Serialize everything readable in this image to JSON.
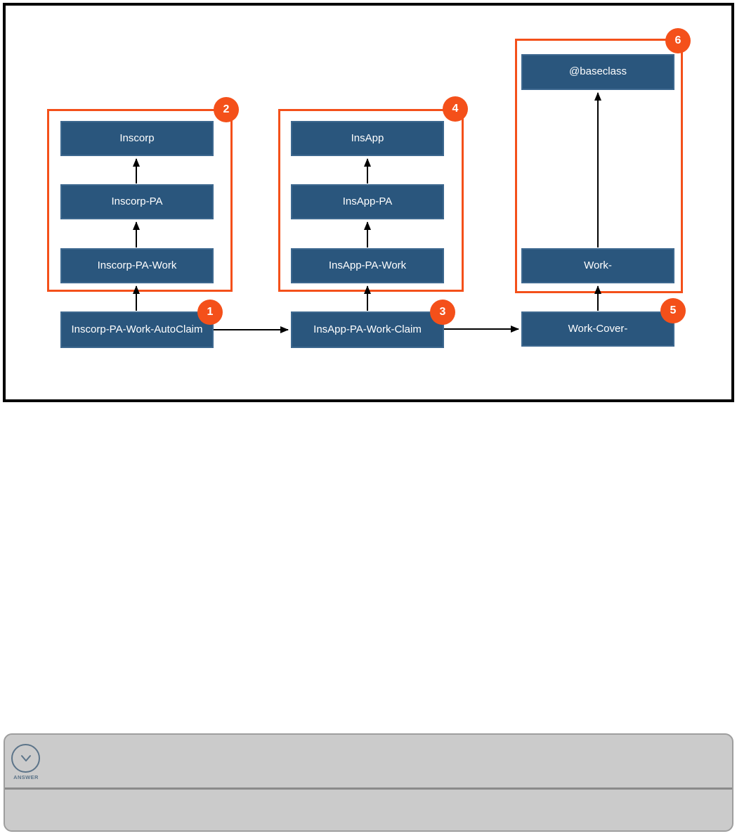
{
  "colors": {
    "node_fill": "#2A567D",
    "node_border": "#3D688F",
    "accent_orange": "#F4501A",
    "arrow_black": "#000000",
    "panel_gray": "#CBCBCB",
    "panel_border": "#9E9E9E",
    "panel_divider": "#8A8A8A",
    "slate_icon": "#5C7489"
  },
  "diagram": {
    "boxes": {
      "inscorp": "Inscorp",
      "inscorp_pa": "Inscorp-PA",
      "inscorp_pa_work": "Inscorp-PA-Work",
      "inscorp_pa_work_autoclaim": "Inscorp-PA-Work-AutoClaim",
      "insapp": "InsApp",
      "insapp_pa": "InsApp-PA",
      "insapp_pa_work": "InsApp-PA-Work",
      "insapp_pa_work_claim": "InsApp-PA-Work-Claim",
      "baseclass": "@baseclass",
      "work": "Work-",
      "work_cover": "Work-Cover-"
    },
    "badges": {
      "b1": "1",
      "b2": "2",
      "b3": "3",
      "b4": "4",
      "b5": "5",
      "b6": "6"
    }
  },
  "answer": {
    "label": "ANSWER",
    "toggle_icon": "chevron-down-circle-icon"
  }
}
